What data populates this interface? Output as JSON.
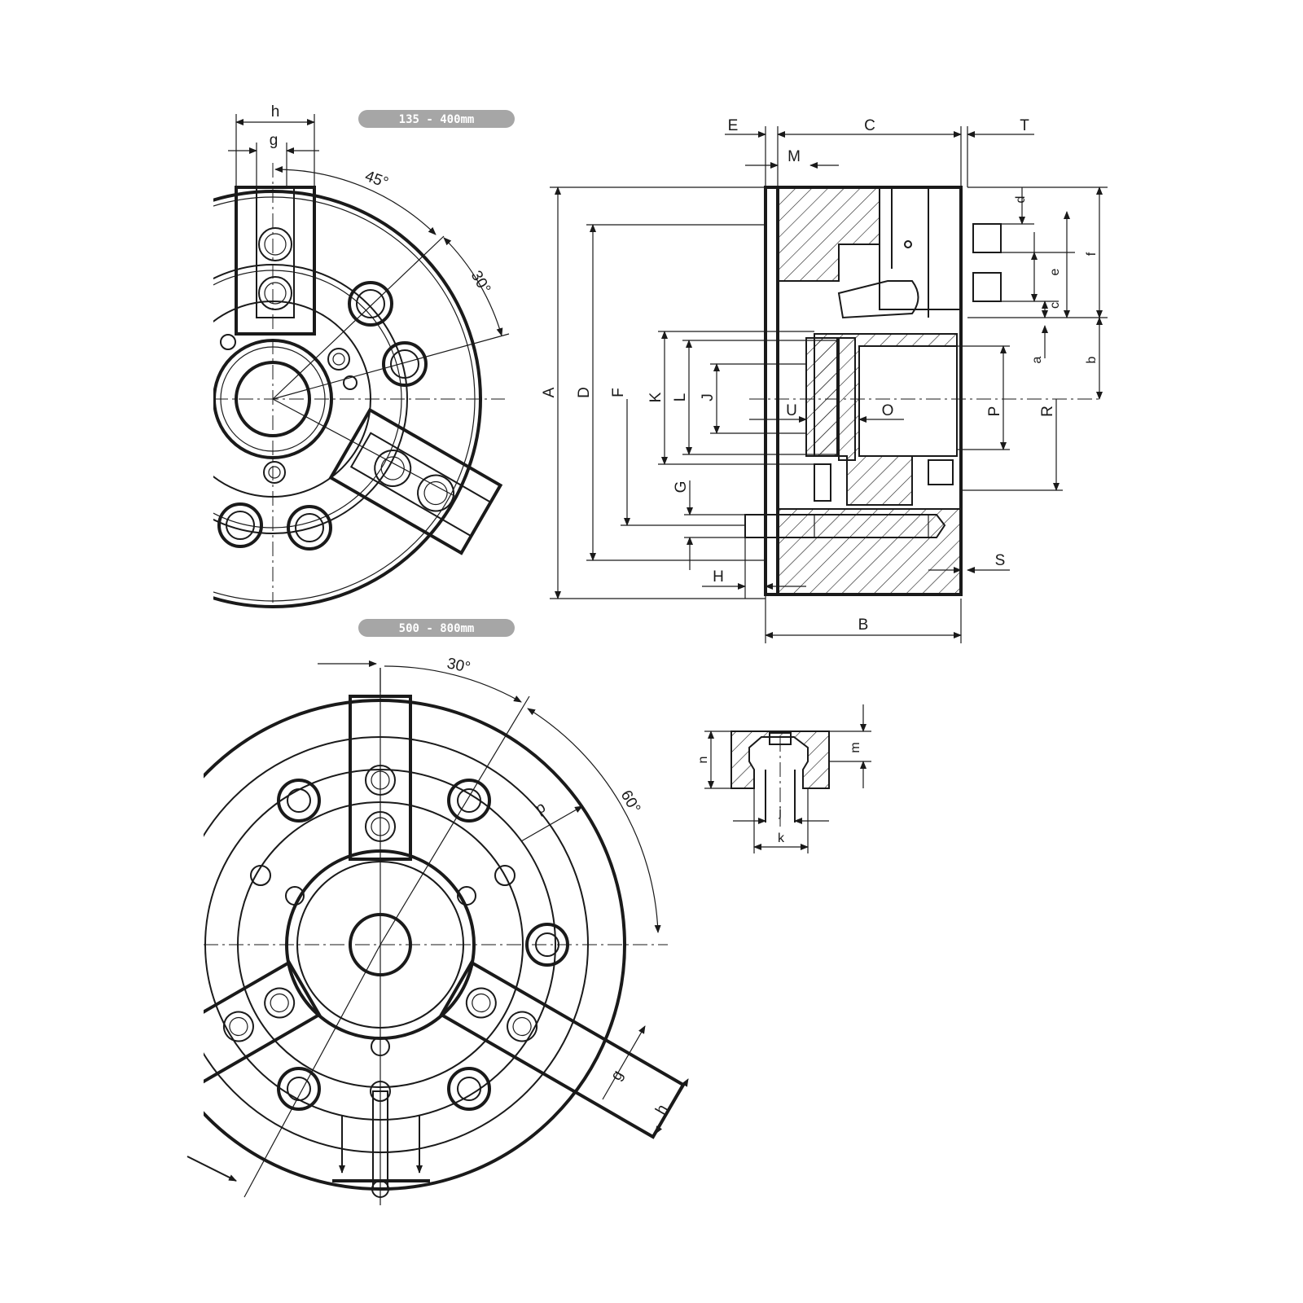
{
  "badges": {
    "small_range": "135 - 400mm",
    "large_range": "500 - 800mm"
  },
  "angles": {
    "a45": "45°",
    "a30_small": "30°",
    "a30_large": "30°",
    "a60": "60°"
  },
  "front_view_small": {
    "h": "h",
    "g": "g"
  },
  "front_view_large": {
    "p": "p",
    "g": "g",
    "h": "h"
  },
  "section_view": {
    "A": "A",
    "B": "B",
    "C": "C",
    "D": "D",
    "E": "E",
    "F": "F",
    "G": "G",
    "H": "H",
    "J": "J",
    "K": "K",
    "L": "L",
    "M": "M",
    "O": "O",
    "P": "P",
    "R": "R",
    "S": "S",
    "T": "T",
    "U": "U",
    "a": "a",
    "b": "b",
    "c": "c",
    "d": "d",
    "e": "e",
    "f": "f"
  },
  "jaw_detail": {
    "n": "n",
    "m": "m",
    "j": "j",
    "k": "k"
  },
  "colors": {
    "line": "#1a1a1a",
    "badge": "#a6a6a6",
    "background": "#ffffff"
  }
}
